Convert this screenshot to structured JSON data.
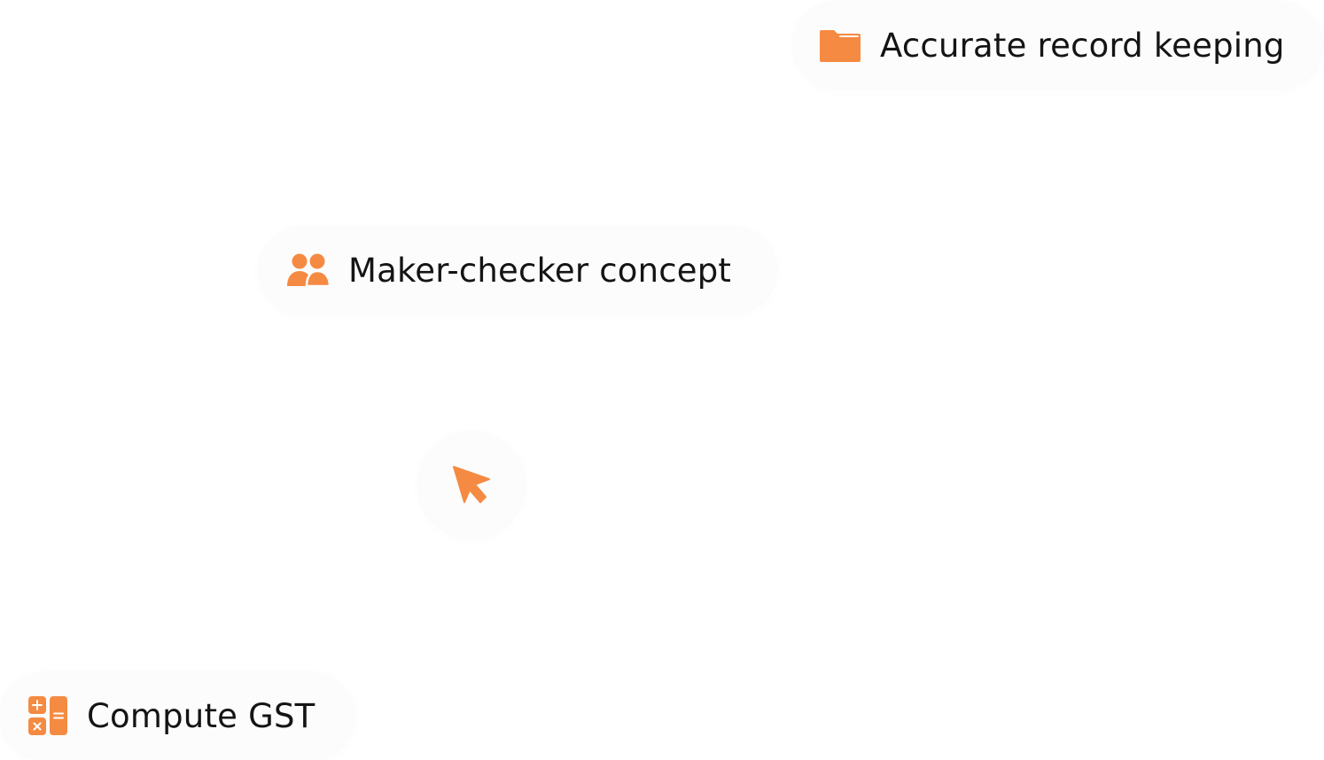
{
  "accent_color": "#f58a42",
  "features": {
    "records": {
      "label": "Accurate record keeping",
      "icon": "folder-icon"
    },
    "maker_checker": {
      "label": "Maker-checker concept",
      "icon": "users-icon"
    },
    "gst": {
      "label": "Compute GST",
      "icon": "calculator-icon"
    }
  },
  "pointer": {
    "icon": "cursor-pointer-icon"
  }
}
